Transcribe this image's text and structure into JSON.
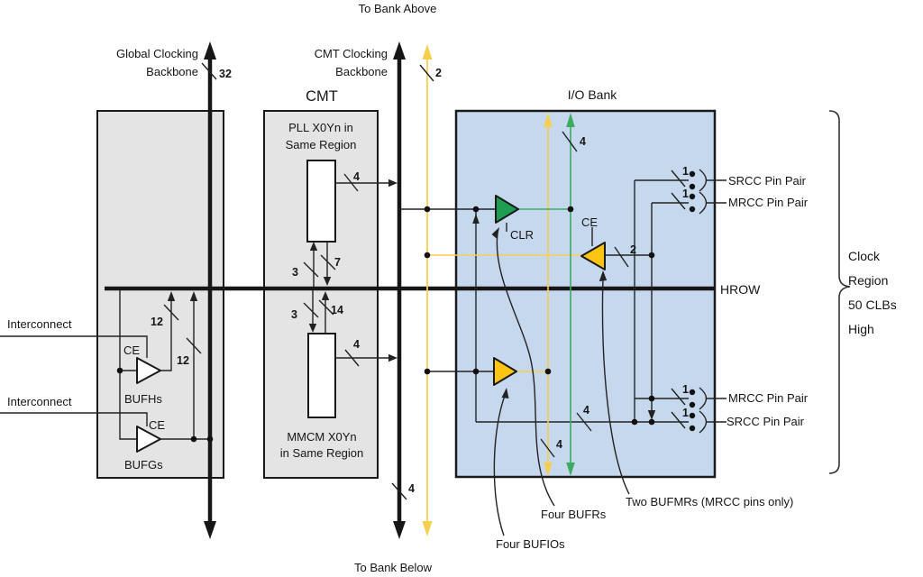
{
  "figure": {
    "description": "FPGA clock region diagram with CMT, I/O bank, global and CMT clocking backbones"
  },
  "colors": {
    "box_gray_fill": "#e4e4e5",
    "io_bank_fill": "#c5d8ee",
    "block_white_fill": "#ffffff",
    "wire": "#222222",
    "thick_line": "#161616",
    "buf_green": "#1d9e52",
    "line_green": "#3cab62",
    "buf_yellow": "#fdc513",
    "line_yellow": "#f7cf4e"
  },
  "labels": {
    "to_bank_above": "To Bank Above",
    "to_bank_below": "To Bank Below",
    "global_clocking_1": "Global Clocking",
    "global_clocking_2": "Backbone",
    "cmt_clocking_1": "CMT Clocking",
    "cmt_clocking_2": "Backbone",
    "cmt_title": "CMT",
    "pll_1": "PLL X0Yn in",
    "pll_2": "Same Region",
    "mmcm_1": "MMCM X0Yn",
    "mmcm_2": "in Same Region",
    "io_bank_title": "I/O Bank",
    "hrow": "HROW",
    "clock_region_1": "Clock",
    "clock_region_2": "Region",
    "clock_region_3": "50 CLBs",
    "clock_region_4": "High",
    "interconnect_1": "Interconnect",
    "interconnect_2": "Interconnect",
    "ce_bufh": "CE",
    "ce_bufg": "CE",
    "ce_bufmr": "CE",
    "clr": "CLR",
    "bufhs": "BUFHs",
    "bufgs": "BUFGs",
    "srcc_top": "SRCC Pin Pair",
    "mrcc_top": "MRCC Pin Pair",
    "mrcc_bottom": "MRCC Pin Pair",
    "srcc_bottom": "SRCC Pin Pair",
    "four_bufios": "Four BUFIOs",
    "four_bufrs": "Four BUFRs",
    "two_bufmrs": "Two BUFMRs (MRCC pins only)"
  },
  "bus": {
    "global": "32",
    "cmt_vertical": "2",
    "pll_out": "4",
    "pll_in": "3",
    "pll_fb": "7",
    "mmcm_in": "3",
    "mmcm_fb": "14",
    "mmcm_out": "4",
    "bufh_out": "12",
    "bufg_hrow": "12",
    "bufr_col": "4",
    "bufio_col": "4",
    "cc_pins": "4",
    "bufmr_in": "2",
    "cmt_below": "4",
    "pin_pair": "1"
  }
}
